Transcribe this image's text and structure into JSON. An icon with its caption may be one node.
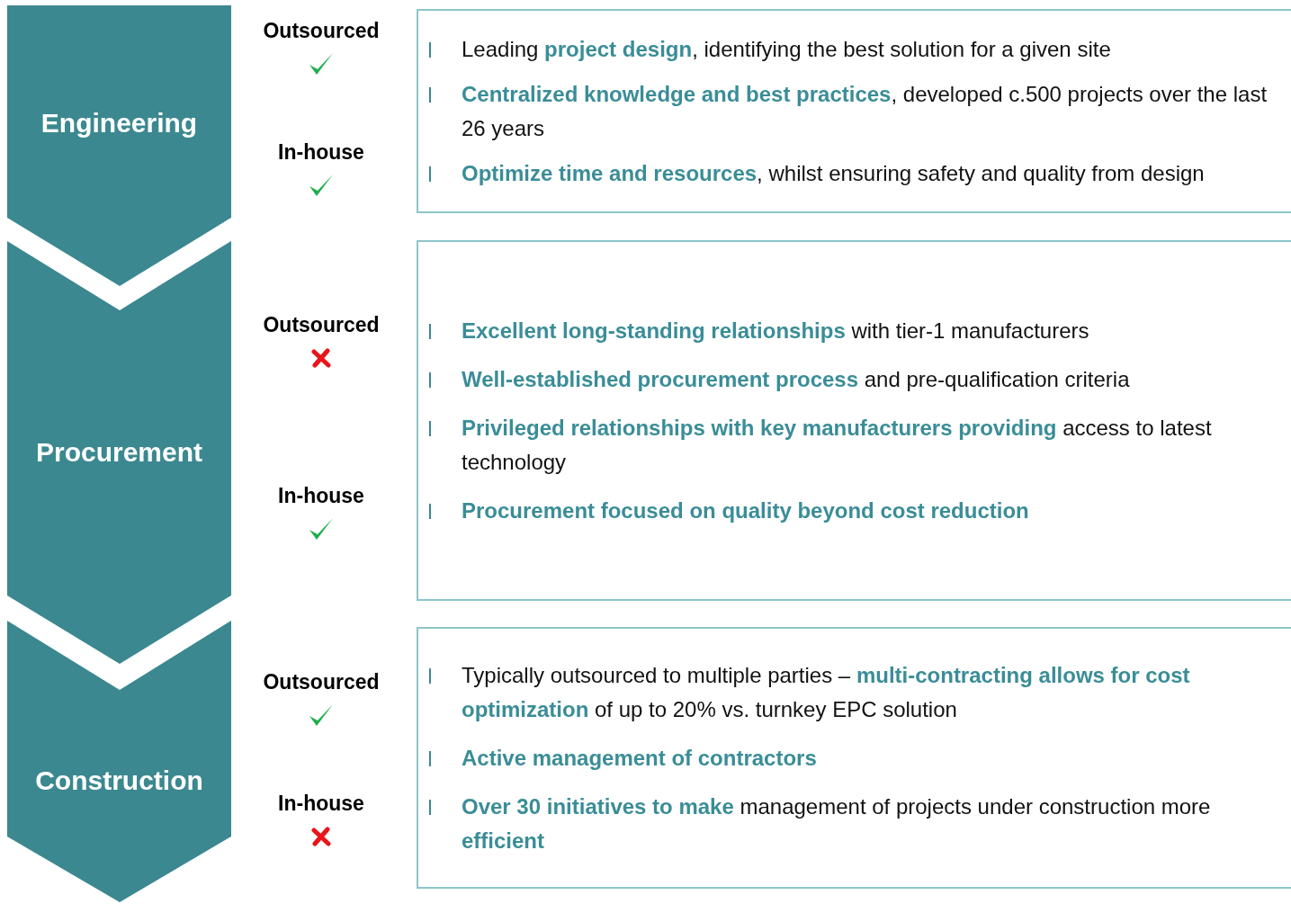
{
  "diagram": {
    "nodes": [
      {
        "text": [
          "Engineering"
        ]
      },
      {
        "text": [
          "Procurement"
        ]
      },
      {
        "text": [
          "Construction"
        ]
      },
      {
        "text": [
          "Leading **project design**, identifying the best solution for a given site",
          "**Centralized knowledge and best practices**, developed c.500 projects over the last 26 years",
          "**Optimize time and resources**, whilst ensuring safety and quality from design"
        ]
      },
      {
        "text": [
          "**Excellent long-standing relationships** with tier-1 manufacturers",
          "**Well-established procurement process** and pre-qualification criteria",
          "**Privileged relationships with key manufacturers providing** access to latest technology",
          "**Procurement focused on quality beyond cost reduction**"
        ]
      },
      {
        "text": [
          "Typically outsourced to multiple parties – **multi-contracting allows for cost optimization** of up to 20% vs. turnkey EPC solution",
          "**Active management of contractors**",
          "**Over 30 initiatives to make** management of projects under construction more **efficient**"
        ]
      }
    ],
    "labels": [
      "Outsourced",
      "In-house",
      "Outsourced",
      "In-house",
      "Outsourced",
      "In-house"
    ]
  }
}
